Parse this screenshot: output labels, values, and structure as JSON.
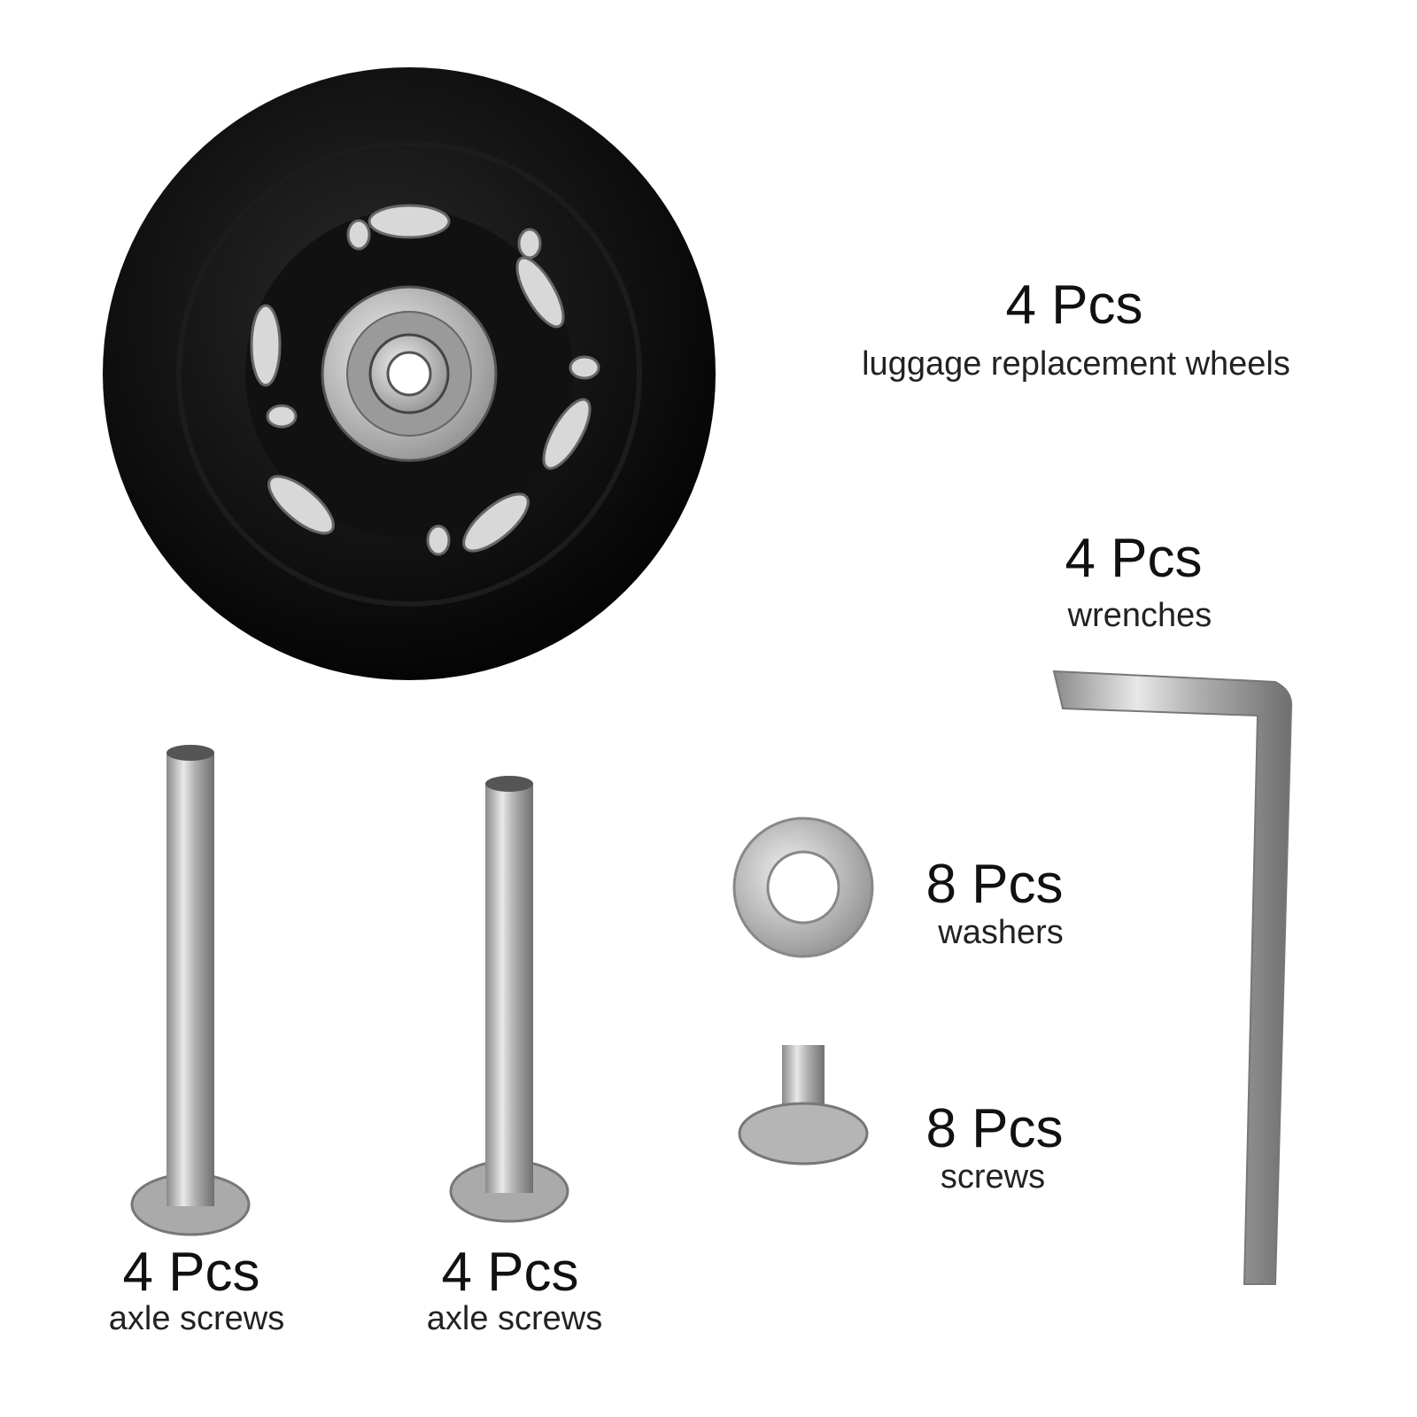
{
  "items": [
    {
      "qty": "4 Pcs",
      "desc": "luggage replacement wheels"
    },
    {
      "qty": "4 Pcs",
      "desc": "wrenches"
    },
    {
      "qty": "8 Pcs",
      "desc": "washers"
    },
    {
      "qty": "8 Pcs",
      "desc": "screws"
    },
    {
      "qty": "4 Pcs",
      "desc": "axle screws"
    },
    {
      "qty": "4 Pcs",
      "desc": "axle screws"
    }
  ],
  "colors": {
    "wheel": "#0d0d0d",
    "metal": "#c8c8c8",
    "background": "#ffffff"
  }
}
